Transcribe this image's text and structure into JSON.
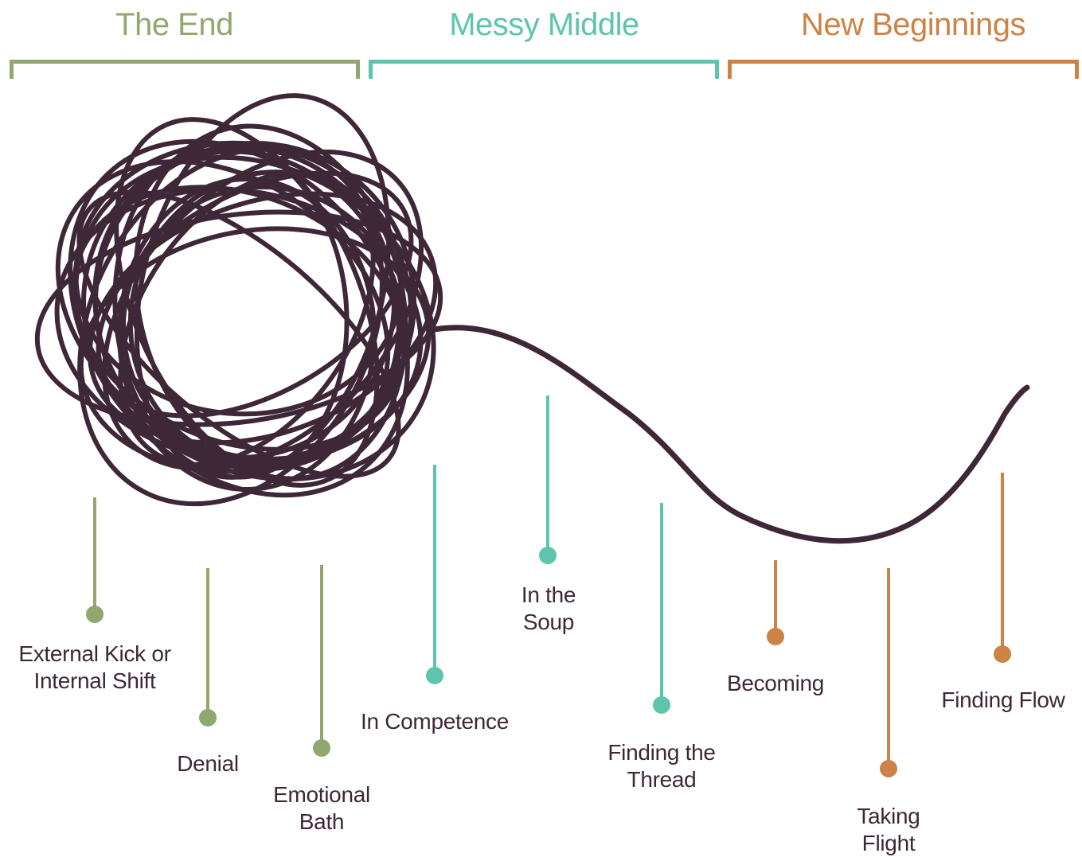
{
  "colors": {
    "end": "#92a770",
    "middle": "#5ec5ad",
    "beginnings": "#cc8345",
    "yarn": "#3e2837",
    "label_text": "#3e2837"
  },
  "phases": [
    {
      "id": "end",
      "title": "The End"
    },
    {
      "id": "middle",
      "title": "Messy Middle"
    },
    {
      "id": "beginnings",
      "title": "New Beginnings"
    }
  ],
  "stages": [
    {
      "label": "External Kick or\nInternal Shift",
      "phase": "end"
    },
    {
      "label": "Denial",
      "phase": "end"
    },
    {
      "label": "Emotional\nBath",
      "phase": "end"
    },
    {
      "label": "In Competence",
      "phase": "middle"
    },
    {
      "label": "In the\nSoup",
      "phase": "middle"
    },
    {
      "label": "Finding the\nThread",
      "phase": "middle"
    },
    {
      "label": "Becoming",
      "phase": "beginnings"
    },
    {
      "label": "Taking\nFlight",
      "phase": "beginnings"
    },
    {
      "label": "Finding Flow",
      "phase": "beginnings"
    }
  ]
}
